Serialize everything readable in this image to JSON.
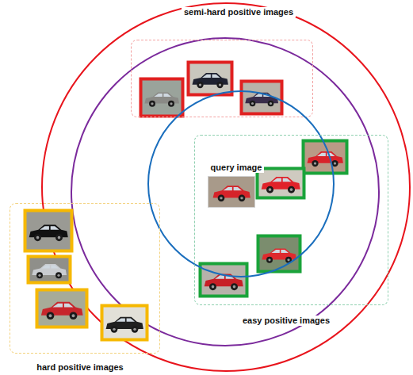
{
  "diagram": {
    "nodes": [
      {
        "text": [
          "semi-hard positive images"
        ]
      },
      {
        "text": [
          "query image"
        ]
      },
      {
        "text": [
          "easy positive images"
        ]
      },
      {
        "text": [
          "hard positive images"
        ]
      }
    ]
  }
}
